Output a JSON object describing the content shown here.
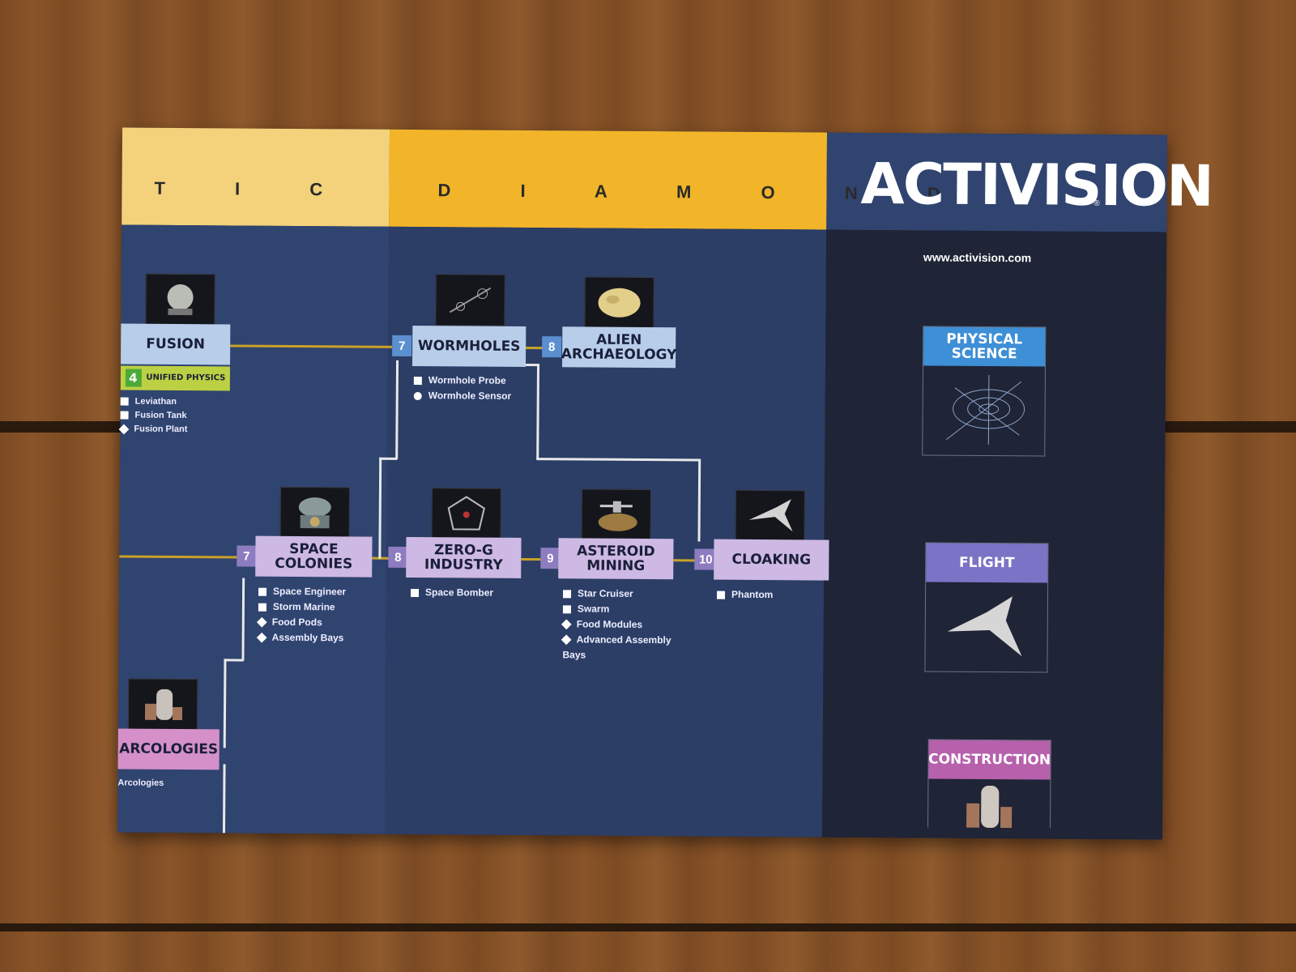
{
  "header": {
    "band_left": "T I C",
    "band_mid": "D I A M O N D",
    "logo": "ACTIVISION",
    "logo_mark": "®",
    "url": "www.activision.com"
  },
  "techs": {
    "fusion": {
      "label": "FUSION",
      "sub_num": "4",
      "sub_label": "UNIFIED PHYSICS",
      "items": [
        "Leviathan",
        "Fusion Tank",
        "Fusion Plant"
      ]
    },
    "wormholes": {
      "num": "7",
      "label": "WORMHOLES",
      "items": [
        "Wormhole Probe",
        "Wormhole Sensor"
      ]
    },
    "alien_archaeology": {
      "num": "8",
      "label": "ALIEN ARCHAEOLOGY"
    },
    "space_colonies": {
      "num": "7",
      "label": "SPACE COLONIES",
      "items": [
        "Space Engineer",
        "Storm Marine",
        "Food Pods",
        "Assembly Bays"
      ]
    },
    "zero_g": {
      "num": "8",
      "label": "ZERO-G INDUSTRY",
      "items": [
        "Space Bomber"
      ]
    },
    "asteroid": {
      "num": "9",
      "label": "ASTEROID MINING",
      "items": [
        "Star Cruiser",
        "Swarm",
        "Food Modules",
        "Advanced Assembly Bays"
      ]
    },
    "cloaking": {
      "num": "10",
      "label": "CLOAKING",
      "items": [
        "Phantom"
      ]
    },
    "arcologies": {
      "label": "ARCOLOGIES",
      "items": [
        "Arcologies"
      ]
    }
  },
  "categories": {
    "physical": {
      "label": "PHYSICAL SCIENCE",
      "color": "#3d8fd6"
    },
    "flight": {
      "label": "FLIGHT",
      "color": "#7b73c6"
    },
    "construction": {
      "label": "CONSTRUCTION",
      "color": "#b760ac"
    }
  }
}
